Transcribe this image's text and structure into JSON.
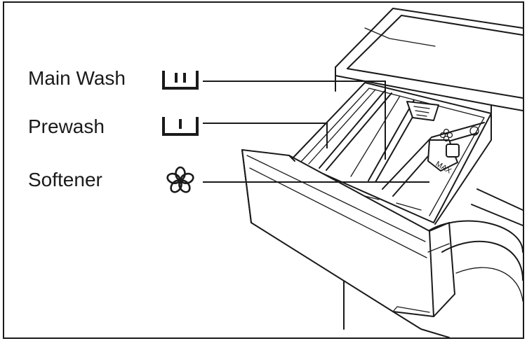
{
  "labels": {
    "main_wash": "Main Wash",
    "prewash": "Prewash",
    "softener": "Softener"
  },
  "icons": {
    "main_wash": "main-wash-compartment-icon",
    "prewash": "prewash-compartment-icon",
    "softener": "flower-softener-icon"
  },
  "drawer_marking": "MAX"
}
